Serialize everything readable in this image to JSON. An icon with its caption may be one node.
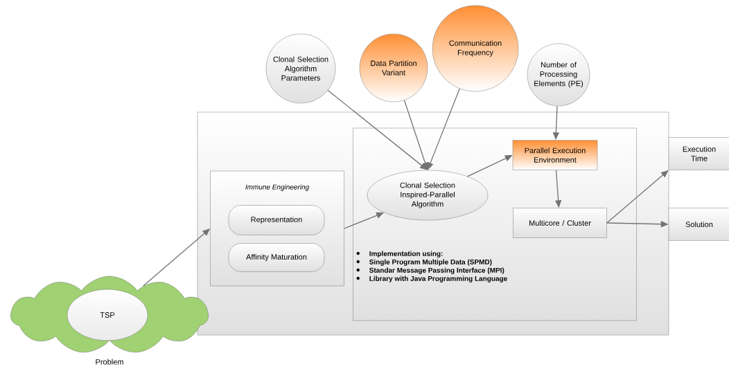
{
  "diagram": {
    "nodes": [
      {
        "text": [],
        "shape": "box"
      },
      {
        "text": [
          "Immune Engineering"
        ],
        "in": 0
      },
      {
        "text": [
          "Representation"
        ],
        "in": 1
      },
      {
        "text": [
          "Affinity Maturation"
        ],
        "in": 1
      },
      {
        "text": [
          "Implementation using:",
          "Single Program Multiple Data (SPMD)",
          "Standar Message Passing Interface (MPI)",
          "Library with Java Programming Language"
        ],
        "in": 0
      },
      {
        "text": [
          "Clonal Selection Inspired-Parallel Algorithm"
        ],
        "in": 4
      },
      {
        "text": [
          "Parallel Execution Environment"
        ],
        "in": 4
      },
      {
        "text": [
          "Multicore / Cluster"
        ],
        "in": 4
      },
      {
        "text": [
          "Clonal Selection Algorithm Parameters"
        ]
      },
      {
        "text": [
          "Data Partition Variant"
        ]
      },
      {
        "text": [
          "Communication Frequency"
        ]
      },
      {
        "text": [
          "Number of Processing Elements (PE)"
        ]
      },
      {
        "text": [
          "Execution Time"
        ]
      },
      {
        "text": [
          "Solution"
        ]
      },
      {
        "text": [
          "Problem"
        ]
      },
      {
        "text": [
          "TSP"
        ],
        "in": 14
      }
    ],
    "edges": [
      {
        "from": 14,
        "to": 1,
        "arrow": "to"
      },
      {
        "from": 1,
        "to": 5,
        "arrow": "to"
      },
      {
        "from": 8,
        "to": 5,
        "arrow": "to"
      },
      {
        "from": 9,
        "to": 5,
        "arrow": "to"
      },
      {
        "from": 10,
        "to": 5,
        "arrow": "to"
      },
      {
        "from": 5,
        "to": 6,
        "arrow": "to"
      },
      {
        "from": 11,
        "to": 6,
        "arrow": "to"
      },
      {
        "from": 6,
        "to": 7,
        "arrow": "to"
      },
      {
        "from": 7,
        "to": 12,
        "arrow": "to"
      },
      {
        "from": 7,
        "to": 13,
        "arrow": "to"
      }
    ]
  }
}
